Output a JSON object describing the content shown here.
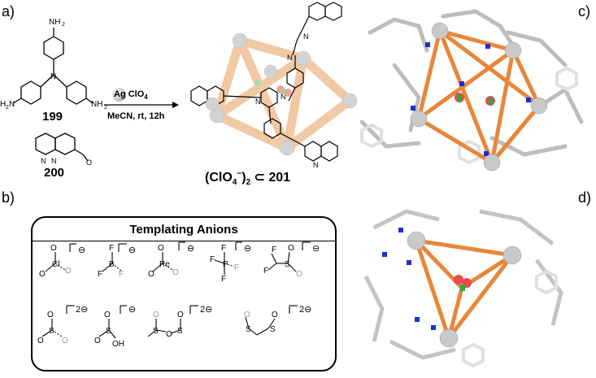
{
  "panels": {
    "a": "a)",
    "b": "b)",
    "c": "c)",
    "d": "d)"
  },
  "scheme": {
    "compound_199": "199",
    "compound_200": "200",
    "reagent": "Ag ClO",
    "reagent_sub": "4",
    "conditions": "MeCN, rt, 12h",
    "product_prefix": "(ClO",
    "product_sub": "4",
    "product_sup": "−",
    "product_close": ")",
    "product_sub2": "2",
    "product_suffix": " ⊂ 201"
  },
  "templating": {
    "title": "Templating Anions",
    "charges": [
      "⊖",
      "⊖",
      "⊖",
      "⊖",
      "⊖",
      "2⊖",
      "⊖",
      "2⊖",
      "2⊖"
    ]
  },
  "colors": {
    "edge": "#e8873a",
    "edge_light": "#f3c9a2",
    "silver": "#cfcfcf",
    "nitrogen": "#1a2fd6",
    "anion_red": "#e84b4b",
    "anion_green": "#2aa84a"
  }
}
